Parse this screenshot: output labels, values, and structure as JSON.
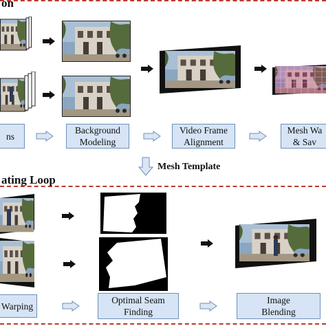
{
  "section1": {
    "title": "on"
  },
  "section2": {
    "title": "ating Loop"
  },
  "process_boxes": {
    "box1": {
      "line1": "",
      "line2": "ns"
    },
    "box2": {
      "line1": "Background",
      "line2": "Modeling"
    },
    "box3": {
      "line1": "Video Frame",
      "line2": "Alignment"
    },
    "box4": {
      "line1": "Mesh Wa",
      "line2": "& Sav"
    },
    "box5": {
      "line1": "Warping",
      "line2": ""
    },
    "box6": {
      "line1": "Optimal Seam",
      "line2": "Finding"
    },
    "box7": {
      "line1": "Image",
      "line2": "Blending"
    }
  },
  "mesh_template": {
    "label": "Mesh Template"
  },
  "colors": {
    "dash": "#c0392b",
    "box_fill": "#d6e4f5",
    "box_border": "#6f8fb8",
    "arrow_fill": "#dbe6f4"
  }
}
